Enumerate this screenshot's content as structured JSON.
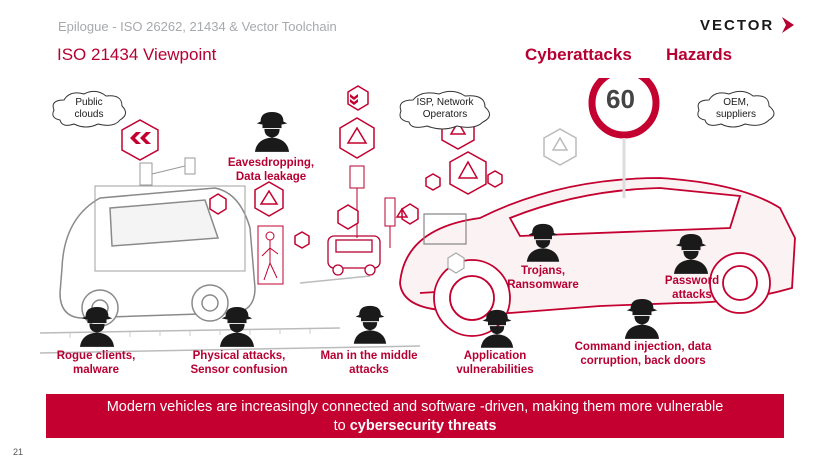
{
  "header": {
    "breadcrumb": "Epilogue  - ISO 26262, 21434 & Vector Toolchain",
    "title": "ISO 21434 Viewpoint",
    "tabs": [
      "Cyberattacks",
      "Hazards"
    ],
    "logo_text": "VECTOR",
    "accent_color": "#b70032"
  },
  "clouds": [
    "Public clouds",
    "ISP, Network Operators",
    "OEM, suppliers"
  ],
  "threats": [
    "Eavesdropping, Data leakage",
    "Trojans, Ransomware",
    "Password attacks",
    "Rogue clients, malware",
    "Physical attacks, Sensor confusion",
    "Man in the middle attacks",
    "Application vulnerabilities",
    "Command injection, data corruption, back doors"
  ],
  "sign_text": "60",
  "banner": {
    "line1": "Modern vehicles are increasingly connected and software        -driven, making them more vulnerable",
    "line2_prefix": "to ",
    "line2_emphasis": "cybersecurity threats"
  },
  "page_number": "21"
}
